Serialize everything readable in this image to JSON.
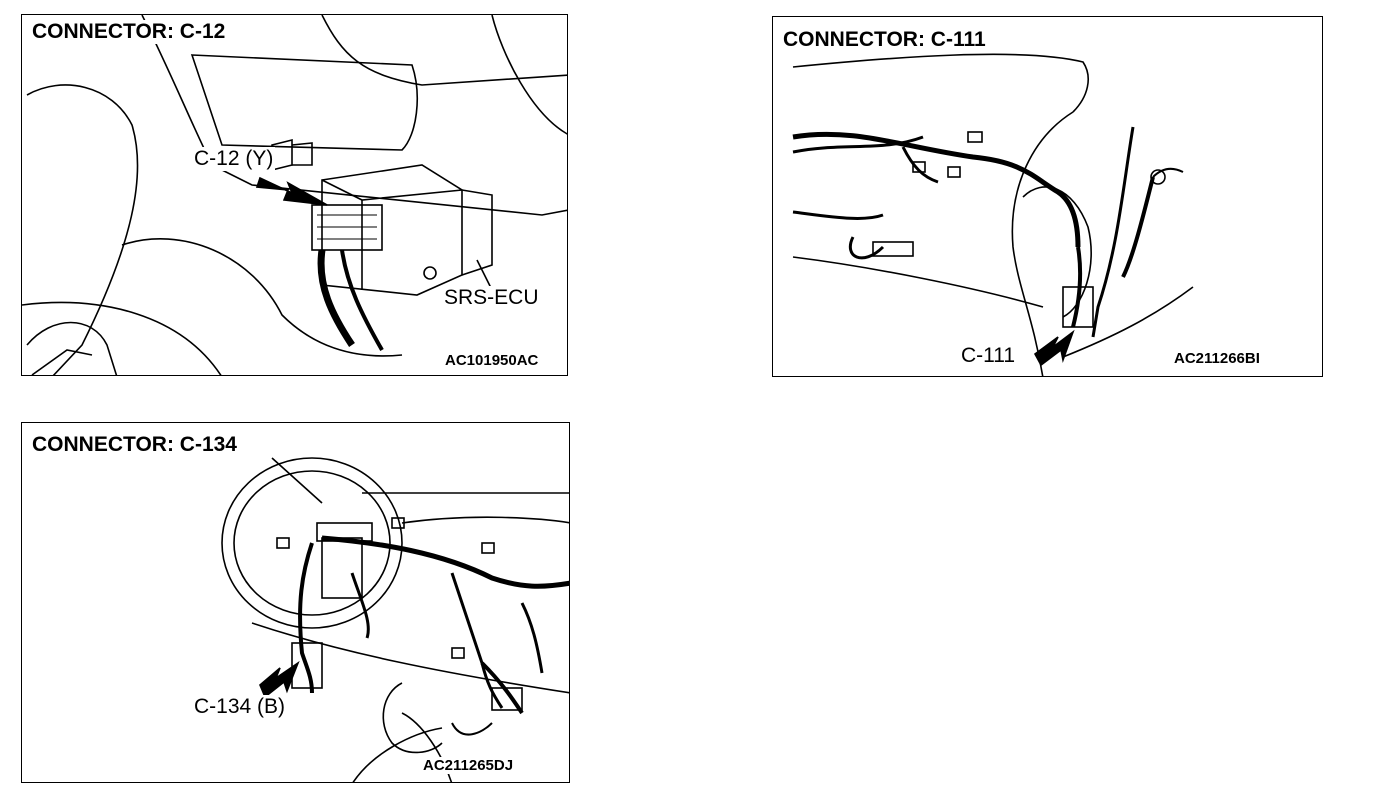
{
  "panels": [
    {
      "title": "CONNECTOR: C-12",
      "callouts": [
        "C-12 (Y)",
        "SRS-ECU"
      ],
      "code": "AC101950AC"
    },
    {
      "title": "CONNECTOR: C-111",
      "callouts": [
        "C-111"
      ],
      "code": "AC211266BI"
    },
    {
      "title": "CONNECTOR: C-134",
      "callouts": [
        "C-134 (B)"
      ],
      "code": "AC211265DJ"
    }
  ],
  "colors": {
    "line": "#000000",
    "background": "#ffffff"
  }
}
